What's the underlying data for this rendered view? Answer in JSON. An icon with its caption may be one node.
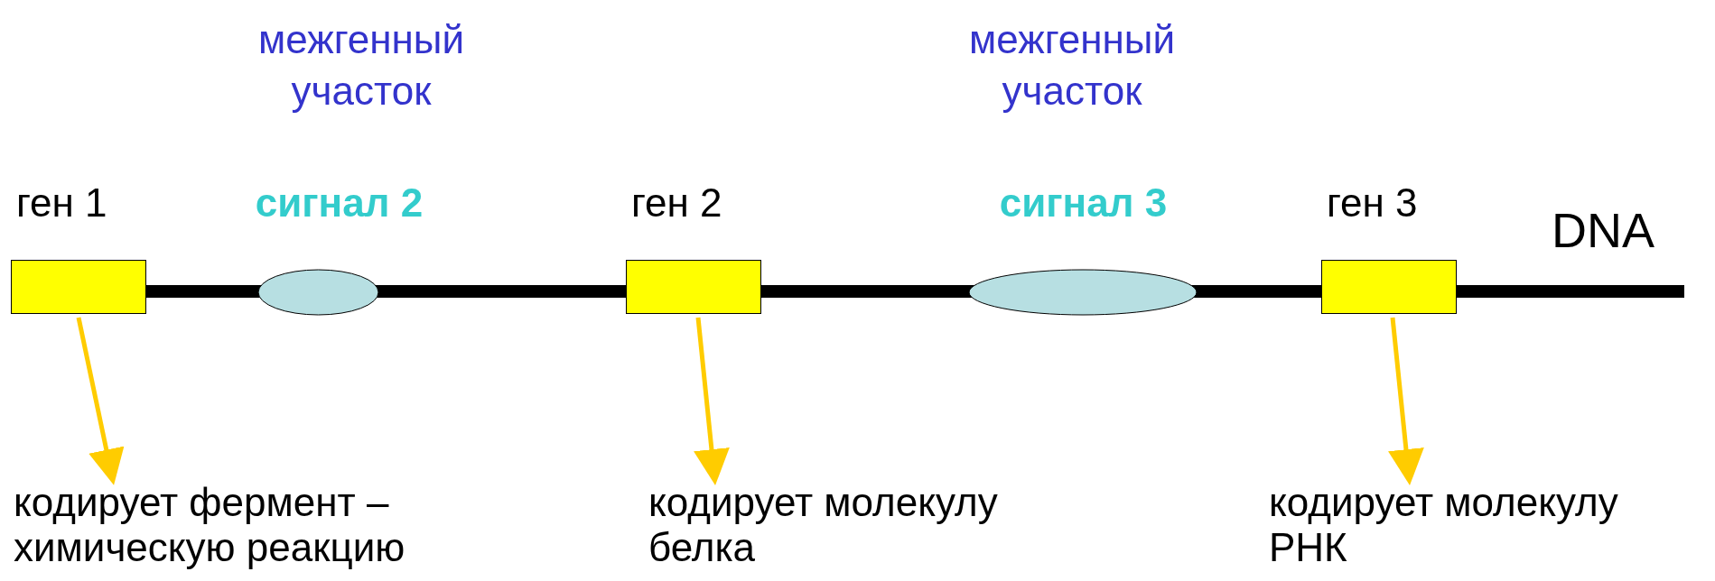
{
  "diagram": {
    "nodes": [
      {
        "text": [
          "ген 1"
        ]
      },
      {
        "text": [
          "сигнал 2"
        ]
      },
      {
        "text": [
          "ген 2"
        ]
      },
      {
        "text": [
          "сигнал 3"
        ]
      },
      {
        "text": [
          "ген 3"
        ]
      },
      {
        "text": [
          "кодирует фермент – химическую реакцию"
        ]
      },
      {
        "text": [
          "кодирует молекулу белка"
        ]
      },
      {
        "text": [
          "кодирует молекулу РНК"
        ]
      }
    ],
    "edges": [
      {
        "from": 0,
        "to": 5,
        "arrow": "to"
      },
      {
        "from": 2,
        "to": 6,
        "arrow": "to"
      },
      {
        "from": 4,
        "to": 7,
        "arrow": "to"
      }
    ],
    "labels": [
      "межгенный участок",
      "межгенный участок",
      "DNA"
    ]
  }
}
